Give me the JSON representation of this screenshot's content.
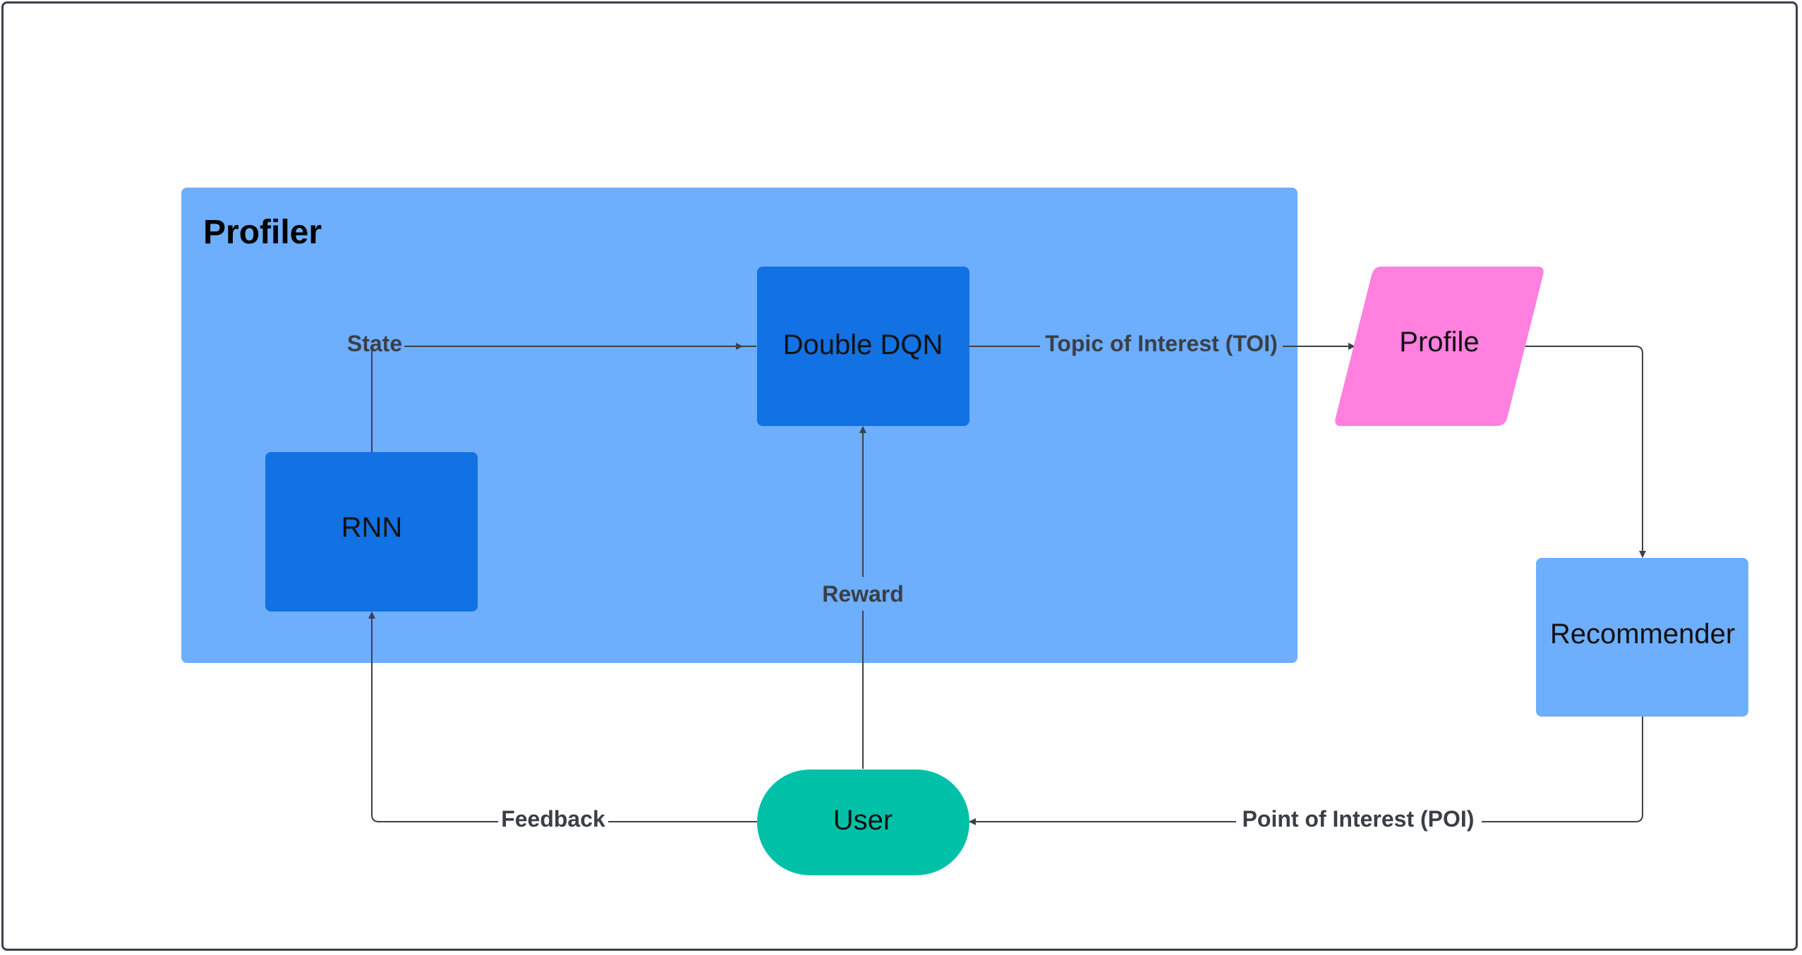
{
  "diagram": {
    "container": {
      "title": "Profiler",
      "color": "#6daefd"
    },
    "nodes": {
      "double_dqn": {
        "label": "Double DQN",
        "color": "#1271e3"
      },
      "rnn": {
        "label": "RNN",
        "color": "#1271e3"
      },
      "profile": {
        "label": "Profile",
        "color": "#ff80df"
      },
      "recommender": {
        "label": "Recommender",
        "color": "#6daefd"
      },
      "user": {
        "label": "User",
        "color": "#00c1a8"
      }
    },
    "edges": {
      "state": {
        "label": "State",
        "from": "RNN",
        "to": "Double DQN"
      },
      "toi": {
        "label": "Topic of Interest (TOI)",
        "from": "Double DQN",
        "to": "Profile"
      },
      "profile_to_recommender": {
        "label": "",
        "from": "Profile",
        "to": "Recommender"
      },
      "poi": {
        "label": "Point of Interest (POI)",
        "from": "Recommender",
        "to": "User"
      },
      "feedback": {
        "label": "Feedback",
        "from": "User",
        "to": "RNN"
      },
      "reward": {
        "label": "Reward",
        "from": "User",
        "to": "Double DQN"
      }
    },
    "edge_color": "#3a414a",
    "frame_color": "#3a414a"
  }
}
